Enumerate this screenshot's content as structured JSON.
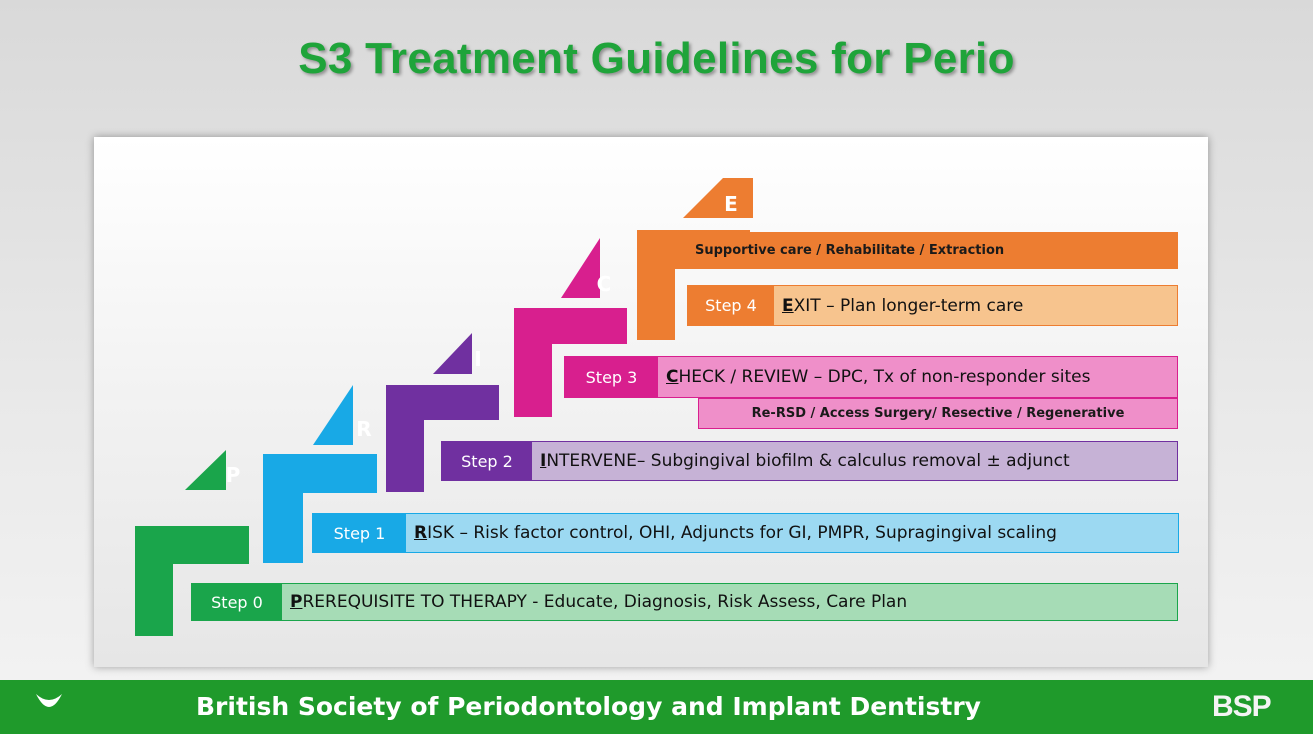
{
  "title": "S3 Treatment Guidelines for Perio",
  "footer": {
    "text": "British Society of Periodontology and Implant Dentistry",
    "logo_text": "BSP",
    "bg_color": "#1f9a2b"
  },
  "steps": [
    {
      "letter": "P",
      "tag": "Step 0",
      "initial": "P",
      "text": "PREREQUISITE TO THERAPY - Educate, Diagnosis, Risk Assess, Care Plan",
      "color": "#1aa54b",
      "light": "#a6dcb6"
    },
    {
      "letter": "R",
      "tag": "Step 1",
      "initial": "R",
      "text": "RISK – Risk factor control, OHI, Adjuncts for GI, PMPR, Supragingival scaling",
      "color": "#18a9e6",
      "light": "#9cd9f2"
    },
    {
      "letter": "I",
      "tag": "Step 2",
      "initial": "I",
      "text": "INTERVENE– Subgingival biofilm & calculus removal ± adjunct",
      "color": "#7030a0",
      "light": "#c6b2d6"
    },
    {
      "letter": "C",
      "tag": "Step 3",
      "initial": "C",
      "text": "CHECK / REVIEW – DPC, Tx of non-responder sites",
      "sub": "Re-RSD / Access Surgery/ Resective / Regenerative",
      "color": "#d81f8e",
      "light": "#ef8fc9"
    },
    {
      "letter": "E",
      "tag": "Step 4",
      "initial": "E",
      "text": "EXIT – Plan longer-term care",
      "sub": "Supportive care / Rehabilitate / Extraction",
      "color": "#ed7d31",
      "light": "#f7c48e"
    }
  ]
}
